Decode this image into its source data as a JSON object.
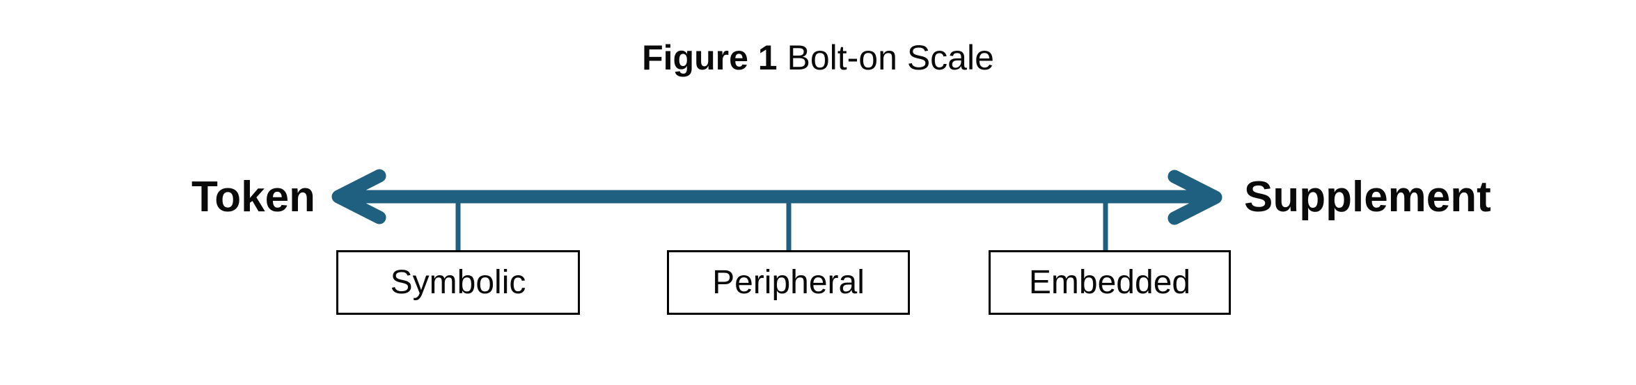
{
  "diagram": {
    "caption": {
      "prefix": "Figure 1",
      "title": "Bolt-on Scale"
    },
    "scale": {
      "left_end": "Token",
      "right_end": "Supplement",
      "points": [
        "Symbolic",
        "Peripheral",
        "Embedded"
      ]
    },
    "colors": {
      "arrow": "#1F5F7F",
      "text": "#0a0a0a",
      "box_border": "#000000",
      "background": "#ffffff"
    }
  }
}
